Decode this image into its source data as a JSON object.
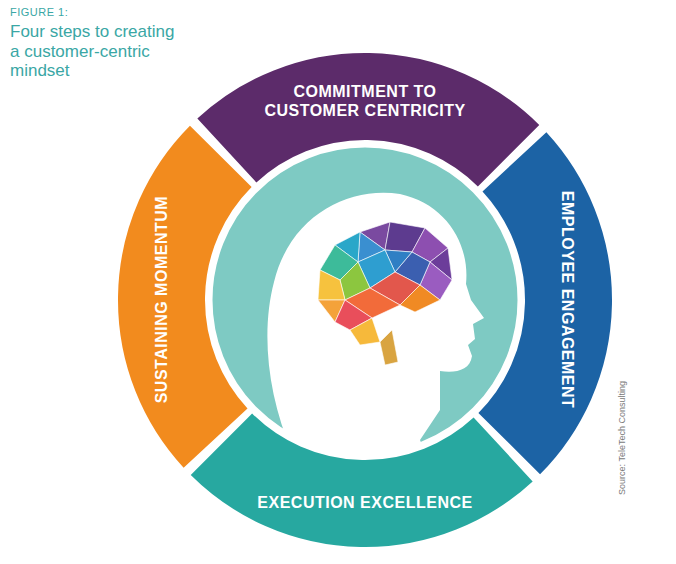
{
  "diagram": {
    "title": "Four steps to creating a customer-centric mindset",
    "nodes": [
      {
        "text": [
          "COMMITMENT TO CUSTOMER CENTRICITY"
        ]
      },
      {
        "text": [
          "EMPLOYEE ENGAGEMENT"
        ]
      },
      {
        "text": [
          "EXECUTION EXCELLENCE"
        ]
      },
      {
        "text": [
          "SUSTAINING MOMENTUM"
        ]
      }
    ],
    "labels": [
      "FIGURE 1:",
      "Source: TeleTech Consulting"
    ]
  }
}
